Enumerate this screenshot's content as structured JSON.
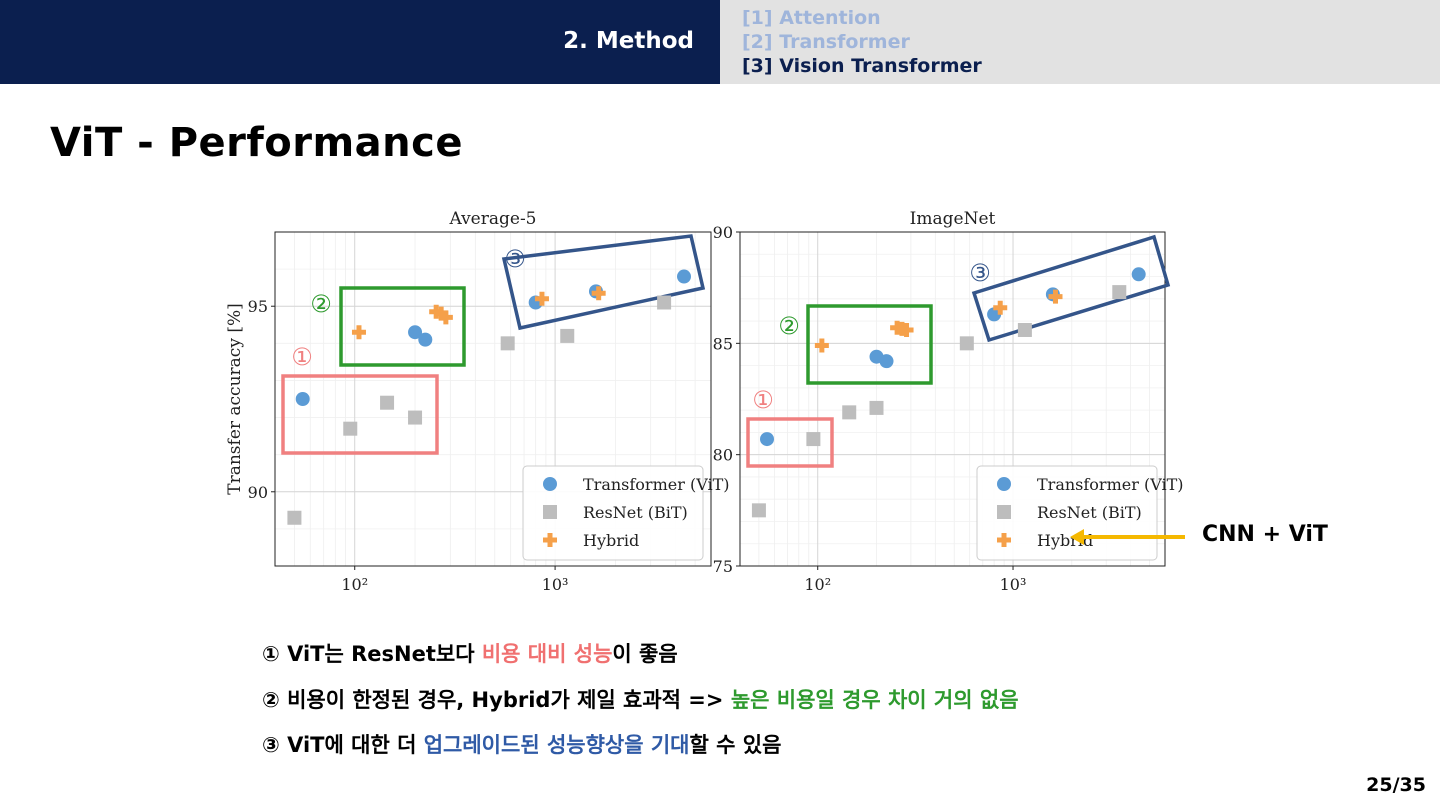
{
  "header": {
    "section": "2. Method",
    "nav": [
      "[1] Attention",
      "[2] Transformer",
      "[3] Vision Transformer"
    ]
  },
  "slide_title": "ViT - Performance",
  "chart_data": [
    {
      "type": "scatter",
      "title": "Average-5",
      "xlabel": "",
      "ylabel": "Transfer accuracy [%]",
      "xscale": "log",
      "xlim": [
        40,
        6000
      ],
      "ylim": [
        88.0,
        97.0
      ],
      "yticks": [
        90,
        95
      ],
      "xticks": [
        100,
        1000
      ],
      "xtick_labels": [
        "10²",
        "10³"
      ],
      "grid": true,
      "legend_position": "bottom-right",
      "series": [
        {
          "name": "Transformer (ViT)",
          "marker": "circle",
          "color": "#5b9bd5",
          "x": [
            55,
            200,
            225,
            800,
            1600,
            4400
          ],
          "y": [
            92.5,
            94.3,
            94.1,
            95.1,
            95.4,
            95.8
          ]
        },
        {
          "name": "ResNet (BiT)",
          "marker": "square",
          "color": "#bdbdbd",
          "x": [
            50,
            95,
            145,
            200,
            580,
            1150,
            3500
          ],
          "y": [
            89.3,
            91.7,
            92.4,
            92.0,
            94.0,
            94.2,
            95.1
          ]
        },
        {
          "name": "Hybrid",
          "marker": "plus",
          "color": "#f5a04a",
          "x": [
            105,
            255,
            270,
            285,
            860,
            1650
          ],
          "y": [
            94.3,
            94.85,
            94.8,
            94.7,
            95.2,
            95.35
          ]
        }
      ],
      "annotations": [
        "①",
        "②",
        "③"
      ]
    },
    {
      "type": "scatter",
      "title": "ImageNet",
      "xlabel": "",
      "ylabel": "",
      "xscale": "log",
      "xlim": [
        40,
        6000
      ],
      "ylim": [
        75,
        90
      ],
      "yticks": [
        75,
        80,
        85,
        90
      ],
      "xticks": [
        100,
        1000
      ],
      "xtick_labels": [
        "10²",
        "10³"
      ],
      "grid": true,
      "legend_position": "bottom-right",
      "series": [
        {
          "name": "Transformer (ViT)",
          "marker": "circle",
          "color": "#5b9bd5",
          "x": [
            55,
            200,
            225,
            800,
            1600,
            4400
          ],
          "y": [
            80.7,
            84.4,
            84.2,
            86.3,
            87.2,
            88.1
          ]
        },
        {
          "name": "ResNet (BiT)",
          "marker": "square",
          "color": "#bdbdbd",
          "x": [
            50,
            95,
            145,
            200,
            580,
            1150,
            3500
          ],
          "y": [
            77.5,
            80.7,
            81.9,
            82.1,
            85.0,
            85.6,
            87.3
          ]
        },
        {
          "name": "Hybrid",
          "marker": "plus",
          "color": "#f5a04a",
          "x": [
            105,
            255,
            270,
            285,
            860,
            1650
          ],
          "y": [
            84.9,
            85.7,
            85.65,
            85.6,
            86.6,
            87.1
          ]
        }
      ],
      "annotations": [
        "①",
        "②",
        "③"
      ]
    }
  ],
  "callout": "CNN + ViT",
  "bullets": [
    [
      {
        "t": "① ViT는 ResNet보다 ",
        "c": ""
      },
      {
        "t": "비용 대비 성능",
        "c": "red"
      },
      {
        "t": "이 좋음",
        "c": ""
      }
    ],
    [
      {
        "t": "② 비용이 한정된 경우, Hybrid가 제일 효과적 => ",
        "c": ""
      },
      {
        "t": "높은 비용일 경우 차이 거의 없음",
        "c": "green"
      }
    ],
    [
      {
        "t": "③ ViT에 대한 더 ",
        "c": ""
      },
      {
        "t": "업그레이드된 성능향상을 기대",
        "c": "blue"
      },
      {
        "t": "할 수 있음",
        "c": ""
      }
    ]
  ],
  "page_number": "25/35",
  "colors": {
    "navy": "#0b1f4f",
    "red_box": "#f08080",
    "green_box": "#2e9a2e",
    "blue_box": "#34558a",
    "callout_arrow": "#f5b800"
  }
}
